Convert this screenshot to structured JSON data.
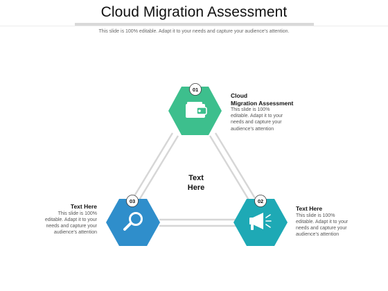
{
  "slide": {
    "title": "Cloud Migration Assessment",
    "subtitle": "This slide is 100% editable. Adapt it to your needs and capture your audience’s attention."
  },
  "center": {
    "line1": "Text",
    "line2": "Here"
  },
  "nodes": [
    {
      "number": "01",
      "color": "#3dbf8d",
      "icon": "wallet-icon",
      "heading_line1": "Cloud",
      "heading_line2": "Migration Assessment",
      "body": [
        "This slide is 100%",
        "editable. Adapt it to your",
        "needs and capture your",
        "audience’s attention"
      ]
    },
    {
      "number": "02",
      "color": "#1ea9b5",
      "icon": "megaphone-icon",
      "heading_line1": "Text Here",
      "body": [
        "This slide is 100%",
        "editable. Adapt it to your",
        "needs and capture your",
        "audience’s attention"
      ]
    },
    {
      "number": "03",
      "color": "#2f8ecb",
      "icon": "search-icon",
      "heading_line1": "Text Here",
      "body": [
        "This slide is 100%",
        "editable. Adapt it to your",
        "needs and capture your",
        "audience’s attention"
      ]
    }
  ]
}
